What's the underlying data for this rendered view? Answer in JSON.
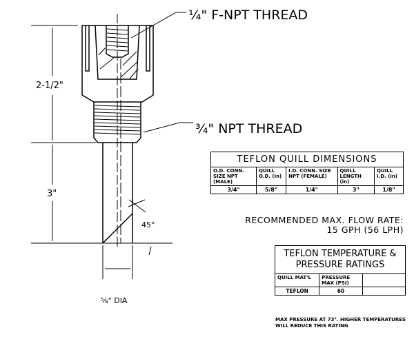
{
  "drawing": {
    "callout_top": "¼\" F-NPT THREAD",
    "callout_mid": "¾\" NPT THREAD",
    "dim_height_upper": "2-1/2\"",
    "dim_height_lower": "3\"",
    "dim_angle": "45°",
    "dim_diameter": "⅝\" DIA"
  },
  "quill_dimensions": {
    "title": "TEFLON QUILL DIMENSIONS",
    "headers": [
      "O.D. CONN. SIZE NPT (MALE)",
      "QUILL O.D. (in)",
      "I.D. CONN. SIZE NPT (FEMALE)",
      "QUILL LENGTH (in)",
      "QUILL I.D. (in)"
    ],
    "values": [
      "3/4\"",
      "5/8\"",
      "1/4\"",
      "3\"",
      "1/8\""
    ]
  },
  "flow_rate": {
    "line1": "RECOMMENDED MAX. FLOW RATE:",
    "line2": "15 GPH (56 LPH)"
  },
  "ratings": {
    "title": "TEFLON TEMPERATURE & PRESSURE RATINGS",
    "headers": [
      "QUILL MAT'L",
      "PRESSURE MAX (PSI)",
      ""
    ],
    "values": [
      "TEFLON",
      "60",
      ""
    ],
    "note": "MAX PRESSURE AT 73°. HIGHER TEMPERATURES WILL REDUCE THIS RATING"
  }
}
